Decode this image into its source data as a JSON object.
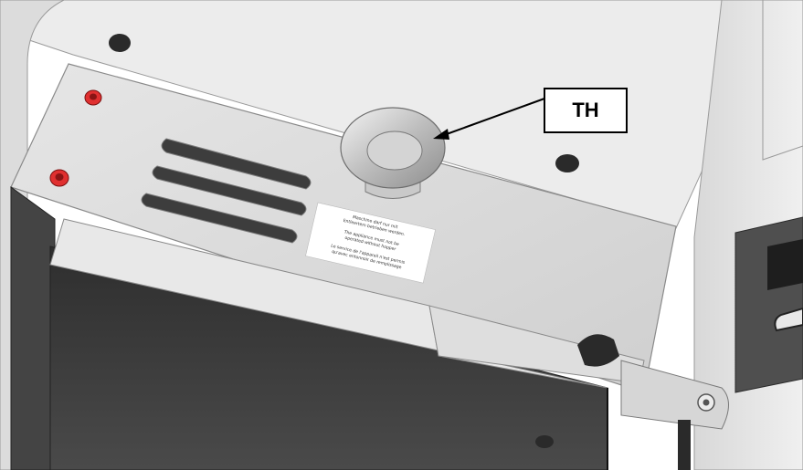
{
  "callout": {
    "label": "TH"
  },
  "warning_label": {
    "lines": [
      "Maschine darf nur mit",
      "Entleertem betrieben werden.",
      "",
      "The appliance must not be",
      "operated without hopper",
      "",
      "Le service de l'appareil n'est permis",
      "qu'avec entonnoir de remplissage"
    ]
  },
  "colors": {
    "panel": "#d9d9d9",
    "panel_dark": "#3a3a3a",
    "accent_red": "#e03030",
    "bolt": "#2a2a2a"
  },
  "icons": [
    "lifting-eye-bolt-icon",
    "screw-icon"
  ]
}
